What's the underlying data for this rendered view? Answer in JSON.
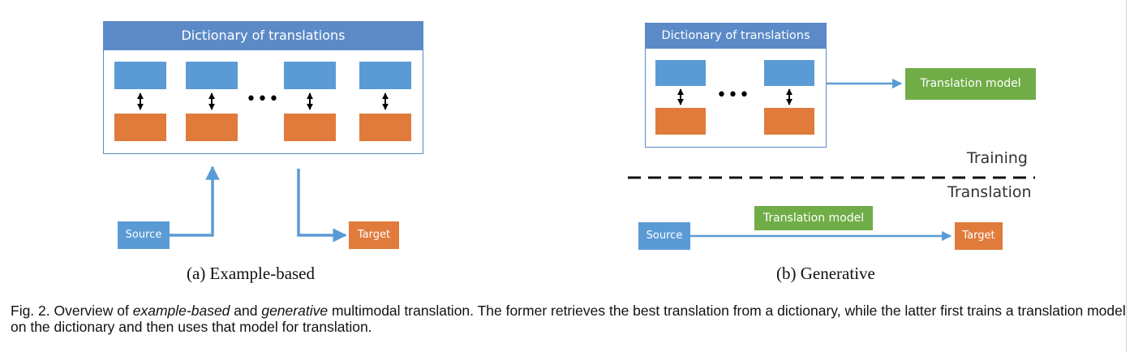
{
  "panel_a": {
    "dictionary_title": "Dictionary of translations",
    "ellipsis": "•••",
    "source_label": "Source",
    "target_label": "Target",
    "caption": "(a) Example-based"
  },
  "panel_b": {
    "dictionary_title": "Dictionary of translations",
    "ellipsis": "•••",
    "model_label_training": "Translation model",
    "training_label": "Training",
    "translation_label": "Translation",
    "model_label_translation": "Translation model",
    "source_label": "Source",
    "target_label": "Target",
    "caption": "(b) Generative"
  },
  "figure_caption": {
    "prefix": "Fig. 2. Overview of ",
    "em1": "example-based",
    "mid": " and ",
    "em2": "generative",
    "suffix": " multimodal translation. The former retrieves the best translation from a dictionary, while the latter first trains a translation model on the dictionary and then uses that model for translation."
  },
  "colors": {
    "header_blue": "#5b8ac7",
    "source_blue": "#5b9bd5",
    "target_orange": "#e07b3c",
    "model_green": "#70ad47"
  }
}
